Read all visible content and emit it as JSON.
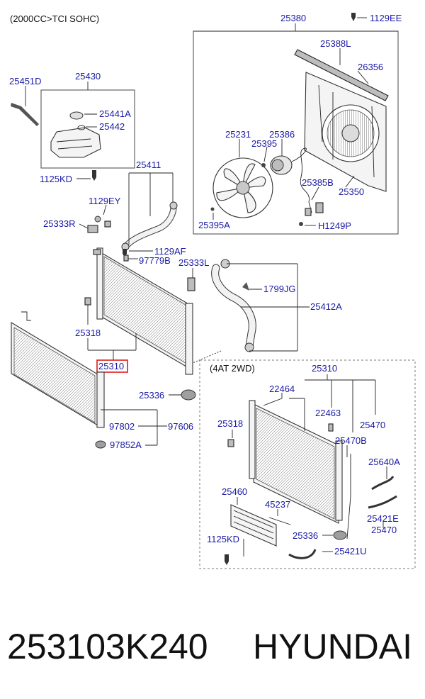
{
  "header": {
    "engine_note": "(2000CC>TCI SOHC)"
  },
  "groups": {
    "awd_note": "(4AT 2WD)"
  },
  "labels": {
    "p25380": "25380",
    "p1129EE": "1129EE",
    "p25388L": "25388L",
    "p26356": "26356",
    "p25231": "25231",
    "p25386": "25386",
    "p25395": "25395",
    "p25385B": "25385B",
    "p25350": "25350",
    "p25395A": "25395A",
    "pH1249P": "H1249P",
    "p25451D": "25451D",
    "p25430": "25430",
    "p25441A": "25441A",
    "p25442": "25442",
    "p1125KD": "1125KD",
    "p25411": "25411",
    "p1129EY": "1129EY",
    "p25333R": "25333R",
    "p1129AF": "1129AF",
    "p97779B": "97779B",
    "p25333L": "25333L",
    "p1799JG": "1799JG",
    "p25412A": "25412A",
    "p25318": "25318",
    "p25310": "25310",
    "p25336": "25336",
    "p97802": "97802",
    "p97606": "97606",
    "p97852A": "97852A",
    "q25310": "25310",
    "q22464": "22464",
    "q22463": "22463",
    "q25470": "25470",
    "q25318": "25318",
    "q25470B": "25470B",
    "q25640A": "25640A",
    "q25460": "25460",
    "q45237": "45237",
    "q25421E": "25421E",
    "q25470b": "25470",
    "q1125KD": "1125KD",
    "q25336": "25336",
    "q25421U": "25421U"
  },
  "footer": {
    "part_number": "253103K240",
    "brand": "HYUNDAI"
  },
  "colors": {
    "label_blue": "#1a1aa6",
    "highlight_red": "#e01a1a"
  }
}
